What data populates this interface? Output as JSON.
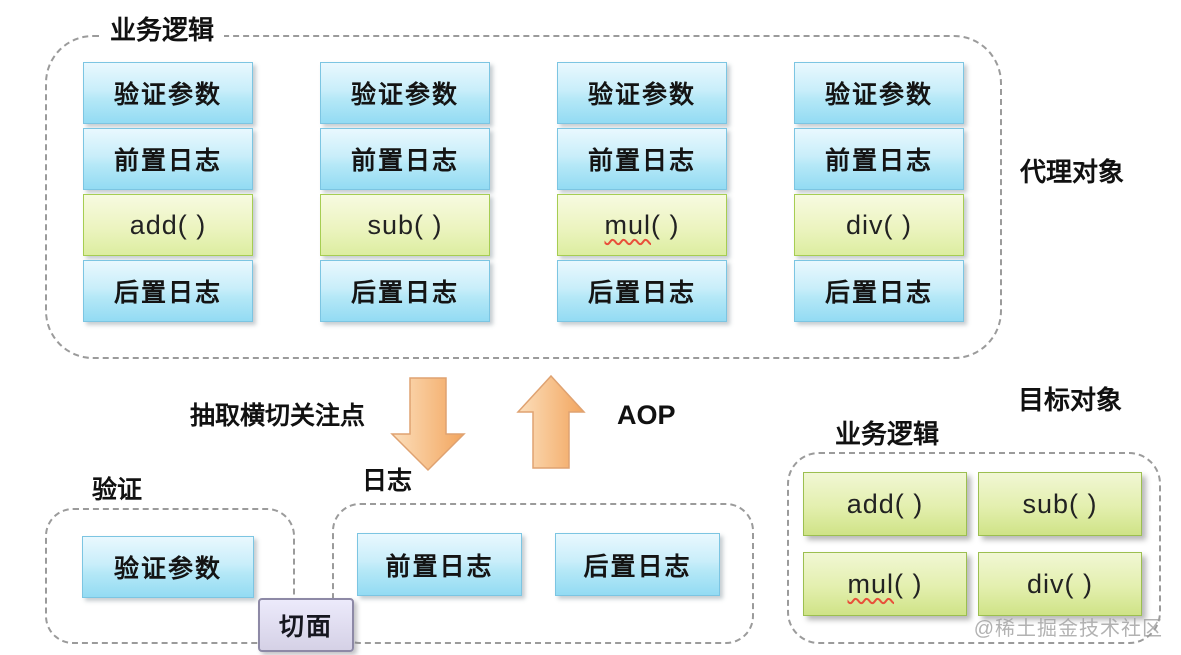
{
  "top_group": {
    "title": "业务逻辑",
    "side_label": "代理对象",
    "columns": [
      {
        "validate": "验证参数",
        "before": "前置日志",
        "method": {
          "name": "add",
          "suffix": " ( )"
        },
        "after": "后置日志"
      },
      {
        "validate": "验证参数",
        "before": "前置日志",
        "method": {
          "name": "sub",
          "suffix": " ( )"
        },
        "after": "后置日志"
      },
      {
        "validate": "验证参数",
        "before": "前置日志",
        "method": {
          "name": "mul",
          "suffix": " ( )"
        },
        "after": "后置日志"
      },
      {
        "validate": "验证参数",
        "before": "前置日志",
        "method": {
          "name": "div",
          "suffix": " ( )"
        },
        "after": "后置日志"
      }
    ]
  },
  "middle": {
    "extract_label": "抽取横切关注点",
    "aop_label": "AOP"
  },
  "aspects": {
    "validation": {
      "title": "验证",
      "box": "验证参数"
    },
    "logging": {
      "title": "日志",
      "before": "前置日志",
      "after": "后置日志"
    },
    "aspect_label": "切面"
  },
  "target_group": {
    "side_label": "目标对象",
    "title": "业务逻辑",
    "methods": [
      {
        "name": "add",
        "suffix": " ( )"
      },
      {
        "name": "sub",
        "suffix": " ( )"
      },
      {
        "name": "mul",
        "suffix": " ( )"
      },
      {
        "name": "div",
        "suffix": " ( )"
      }
    ]
  },
  "watermark": "@稀土掘金技术社区",
  "colors": {
    "box_blue": "#9adef4",
    "box_yellow_green": "#dceda0",
    "box_green": "#cfe387",
    "arrow_orange": "#f5ab66",
    "aspect_lavender": "#d9d5ea",
    "dashed_border": "#9b9b9b",
    "misspell_underline": "#e8503a"
  }
}
